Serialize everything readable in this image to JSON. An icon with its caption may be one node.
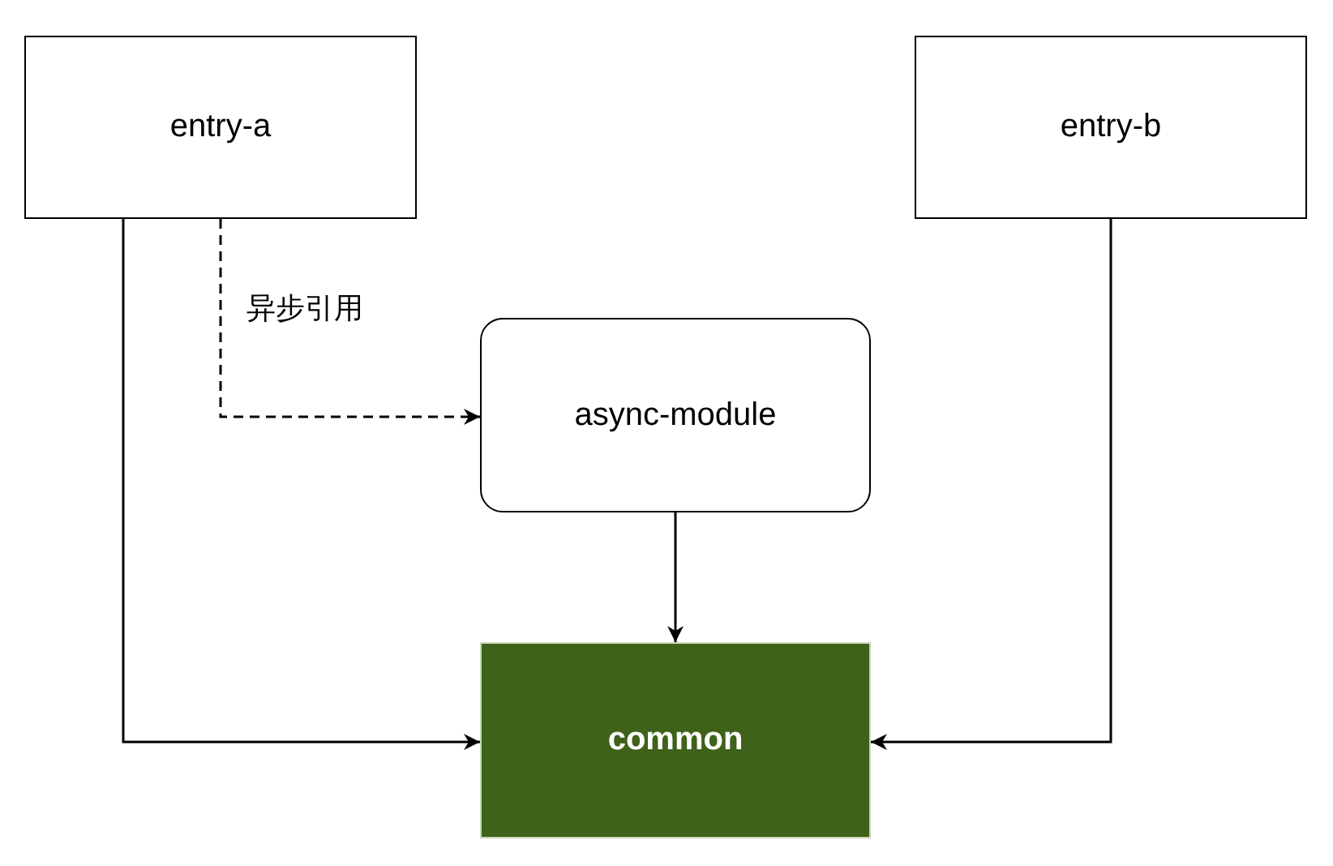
{
  "diagram": {
    "nodes": [
      {
        "text": [
          "entry-a"
        ]
      },
      {
        "text": [
          "entry-b"
        ]
      },
      {
        "text": [
          "async-module"
        ]
      },
      {
        "text": [
          "common"
        ]
      }
    ],
    "edges": [
      {
        "from": 0,
        "to": 2,
        "arrow": "to",
        "style": "dashed",
        "label": "异步引用"
      },
      {
        "from": 2,
        "to": 3,
        "arrow": "to"
      },
      {
        "from": 0,
        "to": 3,
        "arrow": "to"
      },
      {
        "from": 1,
        "to": 3,
        "arrow": "to"
      }
    ]
  }
}
